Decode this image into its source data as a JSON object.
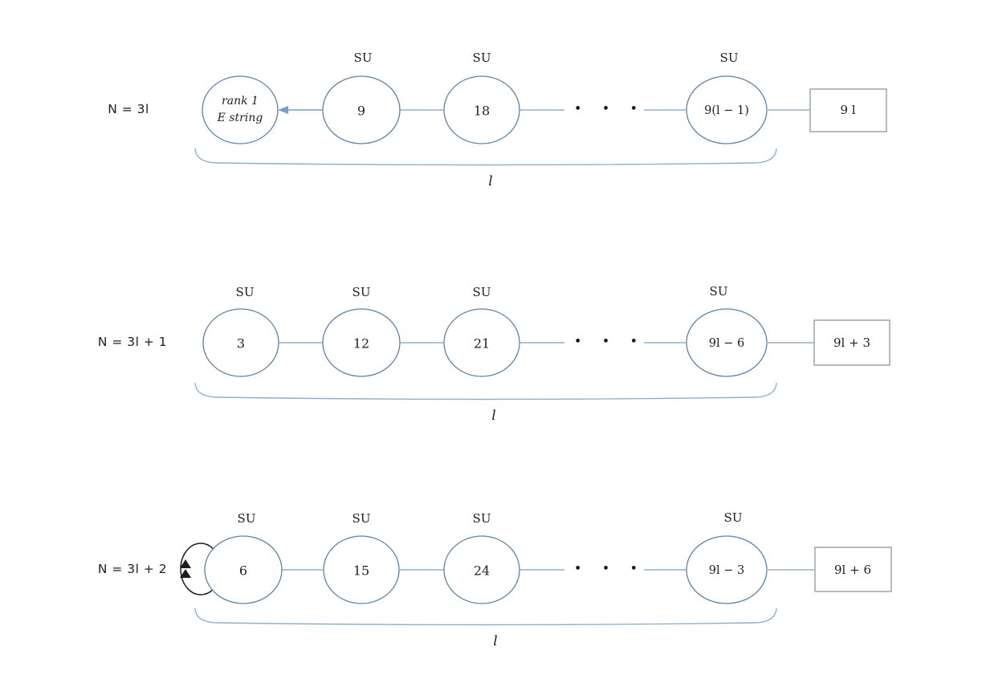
{
  "diagram": {
    "rows": [
      {
        "equation": "N = 3l",
        "su_labels": [
          "SU",
          "SU",
          "SU"
        ],
        "e_string": {
          "line1": "rank 1",
          "line2": "E string"
        },
        "nodes": [
          "9",
          "18",
          "9(l − 1)"
        ],
        "ellipsis": "• • •",
        "box": "9 l",
        "brace_label": "l"
      },
      {
        "equation": "N = 3l + 1",
        "su_labels": [
          "SU",
          "SU",
          "SU",
          "SU"
        ],
        "nodes": [
          "3",
          "12",
          "21",
          "9l − 6"
        ],
        "ellipsis": "• • •",
        "box": "9l + 3",
        "brace_label": "l"
      },
      {
        "equation": "N = 3l + 2",
        "su_labels": [
          "SU",
          "SU",
          "SU",
          "SU"
        ],
        "nodes": [
          "6",
          "15",
          "24",
          "9l − 3"
        ],
        "ellipsis": "• • •",
        "box": "9l + 6",
        "brace_label": "l"
      }
    ],
    "colors": {
      "node_stroke": "#5e81a5",
      "connector": "#7f9fbf",
      "arrow": "#74a0ca",
      "box_stroke": "#9fabb4",
      "box_connector": "#b7c3cc",
      "brace": "#8fb0cc",
      "loop": "#1c1c1c",
      "dot": "#111111"
    }
  }
}
